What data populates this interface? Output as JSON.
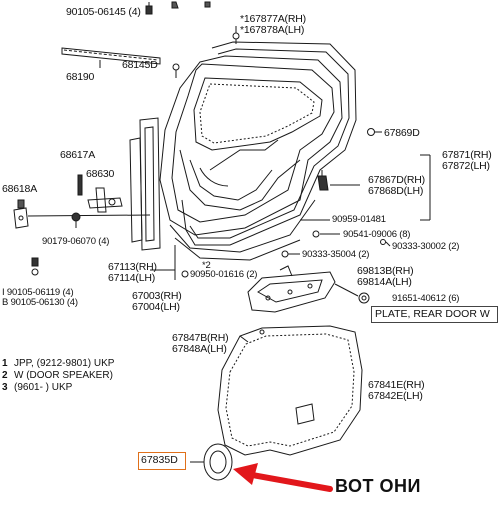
{
  "labels": {
    "p90105_06145": "90105-06145 (4)",
    "p167877a": "*167877A",
    "p167877a_sfx": "(RH)",
    "p167878a": "*167878A",
    "p167878a_sfx": "(LH)",
    "p68190": "68190",
    "p68145d": "68145D",
    "p67869d": "67869D",
    "p67871": "67871",
    "p67871_sfx": "(RH)",
    "p67872": "67872",
    "p67872_sfx": "(LH)",
    "p67867d": "67867D",
    "p67867d_sfx": "(RH)",
    "p67868d": "67868D",
    "p67868d_sfx": "(LH)",
    "p68617a": "68617A",
    "p68630": "68630",
    "p68618a": "68618A",
    "p90179_06070": "90179-06070 (4)",
    "p90959_01481": "90959-01481",
    "p90541_09006": "90541-09006 (8)",
    "p90333_30002": "90333-30002 (2)",
    "p90333_35004": "90333-35004 (2)",
    "p67113": "67113",
    "p67113_sfx": "(RH)",
    "p67114": "67114",
    "p67114_sfx": "(LH)",
    "p2": "*2",
    "p90950_01616": "90950-01616 (2)",
    "p69813b": "69813B",
    "p69813b_sfx": "(RH)",
    "p69814a": "69814A",
    "p69814a_sfx": "(LH)",
    "p90105_06119": "90105-06119 (4)",
    "p90105_06130": "90105-06130 (4)",
    "p67003": "67003",
    "p67003_sfx": "(RH)",
    "p67004": "67004",
    "p67004_sfx": "(LH)",
    "p91651_40612": "91651-40612 (6)",
    "p67847b": "67847B",
    "p67847b_sfx": "(RH)",
    "p67848a": "67848A",
    "p67848a_sfx": "(LH)",
    "p67841e": "67841E",
    "p67841e_sfx": "(RH)",
    "p67842e": "67842E",
    "p67842e_sfx": "(LH)",
    "p67835d": "67835D",
    "p_i": "I",
    "p_b": "B"
  },
  "tooltip": "PLATE, REAR DOOR W",
  "legend": [
    {
      "num": "1",
      "text": "JPP, (9212-9801) UKP"
    },
    {
      "num": "2",
      "text": "W (DOOR SPEAKER)"
    },
    {
      "num": "3",
      "text": "(9601-        ) UKP"
    }
  ],
  "annotation": "ВОТ ОНИ",
  "colors": {
    "highlight_border": "#e0701a",
    "arrow": "#e2171b",
    "ink": "#111111"
  }
}
